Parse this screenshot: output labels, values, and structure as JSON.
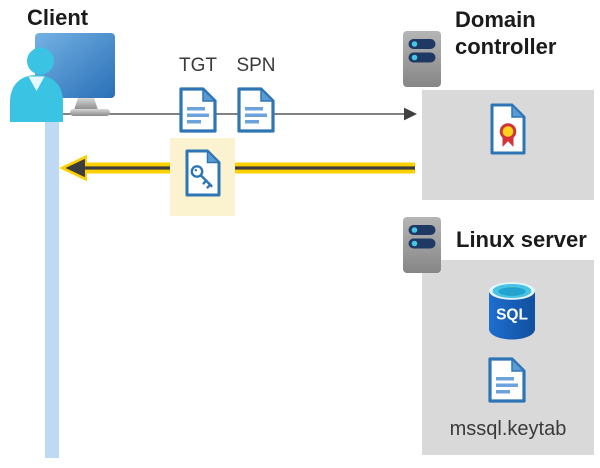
{
  "diagram": {
    "client": {
      "label": "Client"
    },
    "flow": {
      "tgt_label": "TGT",
      "spn_label": "SPN"
    },
    "domain_controller": {
      "label": "Domain controller"
    },
    "linux_server": {
      "label": "Linux server",
      "database_label": "SQL",
      "keytab_label": "mssql.keytab"
    }
  },
  "icons": {
    "client": "user-monitor-icon",
    "tgt": "document-icon",
    "spn": "document-icon",
    "highlighted": "key-document-icon",
    "domain_controller": "server-icon",
    "certificate": "certificate-icon",
    "linux": "server-icon",
    "database": "sql-database-icon",
    "keytab": "document-icon"
  },
  "colors": {
    "box_background": "#d9d9d9",
    "highlight_background": "#fbf3cf",
    "arrow_yellow": "#fdd000",
    "arrow_dark": "#3d3d3d",
    "request_line_gray": "#595959",
    "document_blue": "#2e75b6",
    "document_fold_blue": "#5b9bd5",
    "lifeline_blue": "#bed9f4",
    "server_bar_navy": "#1f3864",
    "accent_cyan": "#3bc3e3",
    "sql_blue": "#1766c2",
    "seal_yellow": "#ffd21e",
    "seal_red": "#d13438"
  }
}
